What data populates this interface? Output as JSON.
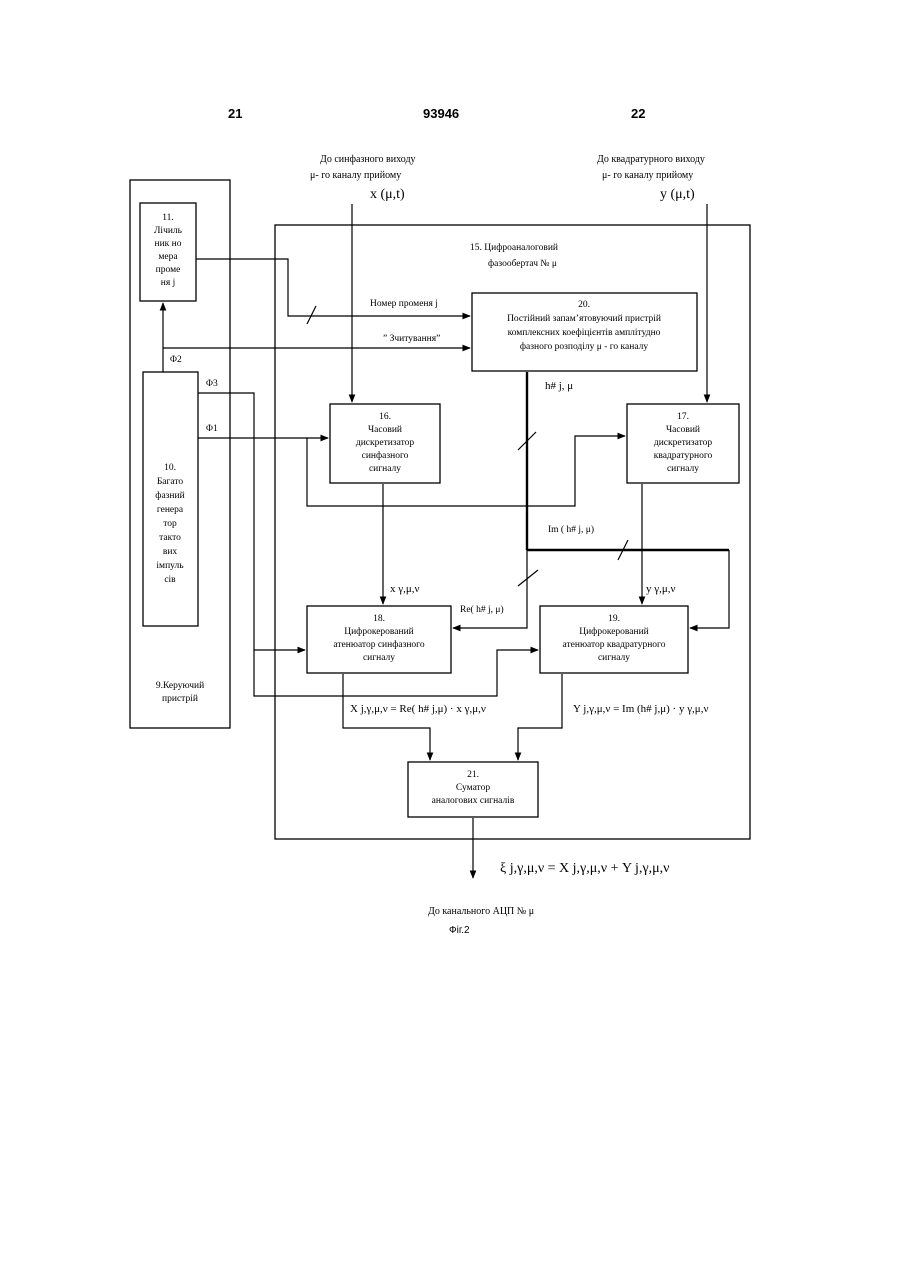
{
  "header": {
    "left": "21",
    "center": "93946",
    "right": "22"
  },
  "inputs": {
    "inphase": {
      "line1": "До синфазного виходу",
      "line2": "μ- го каналу прийому",
      "symbol": "x (μ,t)"
    },
    "quadrature": {
      "line1": "До квадратурного виходу",
      "line2": "μ- го каналу прийому",
      "symbol": "y (μ,t)"
    }
  },
  "blocks": {
    "b9": {
      "label": [
        "9.Керуючий",
        "пристрій"
      ]
    },
    "b10": {
      "label": [
        "10.",
        "Багато",
        "фазний",
        "генера",
        "тор",
        "такто",
        "вих",
        "імпуль",
        "сів"
      ]
    },
    "b11": {
      "label": [
        "11.",
        "Лічиль",
        "ник но",
        "мера",
        "проме",
        "ня j"
      ]
    },
    "b15": {
      "label": [
        "15. Цифроаналоговий",
        "фазообертач № μ"
      ]
    },
    "b16": {
      "label": [
        "16.",
        "Часовий",
        "дискретизатор",
        "синфазного",
        "сигналу"
      ]
    },
    "b17": {
      "label": [
        "17.",
        "Часовий",
        "дискретизатор",
        "квадратурного",
        "сигналу"
      ]
    },
    "b18": {
      "label": [
        "18.",
        "Цифрокерований",
        "атенюатор синфазного",
        "сигналу"
      ]
    },
    "b19": {
      "label": [
        "19.",
        "Цифрокерований",
        "атенюатор квадратурного",
        "сигналу"
      ]
    },
    "b20": {
      "label": [
        "20.",
        "Постійний запам’ятовуючий пристрій",
        "комплексних коефіцієнтів амплітудно",
        "фазного розподілу μ - го каналу"
      ]
    },
    "b21": {
      "label": [
        "21.",
        "Суматор",
        "аналогових сигналів"
      ]
    }
  },
  "signals": {
    "f1": "Φ1",
    "f2": "Φ2",
    "f3": "Φ3",
    "beam_number": "Номер променя j",
    "read": "” Зчитування”",
    "h": "h# j, μ",
    "im": "Im ( h# j, μ)",
    "re": "Re( h# j, μ)",
    "x_sample": "x γ,μ,ν",
    "y_sample": "y γ,μ,ν",
    "x_out": "X j,γ,μ,ν = Re( h# j,μ) · x γ,μ,ν",
    "y_out": "Y j,γ,μ,ν = Im (h# j,μ) · y γ,μ,ν",
    "xi": "ξ j,γ,μ,ν = X j,γ,μ,ν + Y j,γ,μ,ν"
  },
  "output": {
    "label": "До канального АЦП № μ"
  },
  "figure": {
    "caption": "Фіг.2"
  }
}
